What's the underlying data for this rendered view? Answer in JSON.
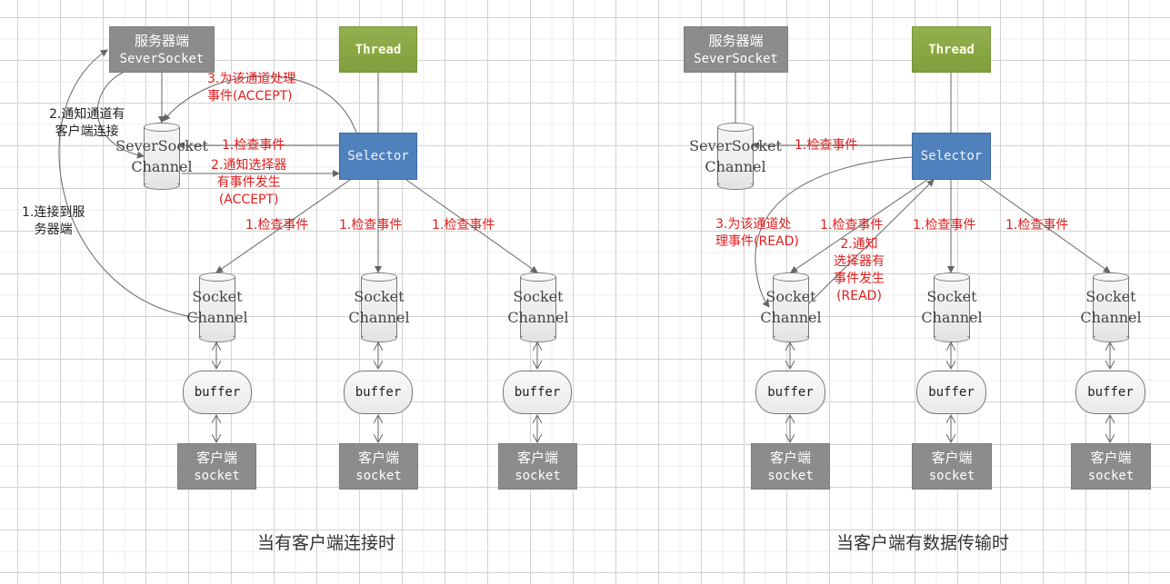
{
  "diagrams": [
    {
      "caption": "当有客户端连接时",
      "server": {
        "line1": "服务器端",
        "line2": "SeverSocket"
      },
      "thread": "Thread",
      "selector": "Selector",
      "server_channel": {
        "line1": "SeverSocket",
        "line2": "Channel"
      },
      "socket_channels": [
        {
          "line1": "Socket",
          "line2": "Channel"
        },
        {
          "line1": "Socket",
          "line2": "Channel"
        },
        {
          "line1": "Socket",
          "line2": "Channel"
        }
      ],
      "buffers": [
        "buffer",
        "buffer",
        "buffer"
      ],
      "clients": [
        {
          "line1": "客户端",
          "line2": "socket"
        },
        {
          "line1": "客户端",
          "line2": "socket"
        },
        {
          "line1": "客户端",
          "line2": "socket"
        }
      ],
      "annotations": {
        "connect_server": [
          "1.连接到服",
          "务器端"
        ],
        "notify_channel": [
          "2.通知通道有",
          "客户端连接"
        ],
        "handle_event": [
          "3.为该通道处理",
          "事件(ACCEPT)"
        ],
        "check_event_server": "1.检查事件",
        "notify_selector": [
          "2.通知选择器",
          "有事件发生",
          "(ACCEPT)"
        ],
        "check_events": [
          "1.检查事件",
          "1.检查事件",
          "1.检查事件"
        ]
      }
    },
    {
      "caption": "当客户端有数据传输时",
      "server": {
        "line1": "服务器端",
        "line2": "SeverSocket"
      },
      "thread": "Thread",
      "selector": "Selector",
      "server_channel": {
        "line1": "SeverSocket",
        "line2": "Channel"
      },
      "socket_channels": [
        {
          "line1": "Socket",
          "line2": "Channel"
        },
        {
          "line1": "Socket",
          "line2": "Channel"
        },
        {
          "line1": "Socket",
          "line2": "Channel"
        }
      ],
      "buffers": [
        "buffer",
        "buffer",
        "buffer"
      ],
      "clients": [
        {
          "line1": "客户端",
          "line2": "socket"
        },
        {
          "line1": "客户端",
          "line2": "socket"
        },
        {
          "line1": "客户端",
          "line2": "socket"
        }
      ],
      "annotations": {
        "check_event_server": "1.检查事件",
        "handle_event": [
          "3.为该通道处",
          "理事件(READ)"
        ],
        "notify_selector": [
          "2.通知",
          "选择器有",
          "事件发生",
          "(READ)"
        ],
        "check_events": [
          "1.检查事件",
          "1.检查事件",
          "1.检查事件"
        ]
      }
    }
  ],
  "colors": {
    "server_box": "#8c8c8c",
    "thread_box": "#8aa845",
    "selector_box": "#4f81bd",
    "annotation_red": "#e21d1d"
  }
}
